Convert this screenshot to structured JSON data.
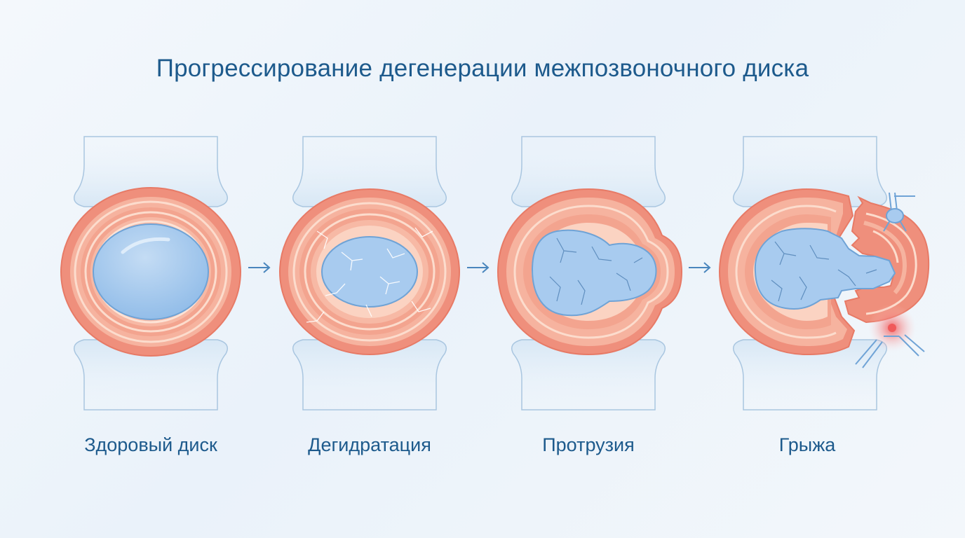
{
  "title": "Прогрессирование дегенерации межпозвоночного диска",
  "stages": [
    {
      "label": "Здоровый диск",
      "icon": "healthy-disc-icon"
    },
    {
      "label": "Дегидратация",
      "icon": "dehydrated-disc-icon"
    },
    {
      "label": "Протрузия",
      "icon": "protrusion-disc-icon"
    },
    {
      "label": "Грыжа",
      "icon": "herniation-disc-icon"
    }
  ],
  "colors": {
    "title": "#1d5a8c",
    "annulus": "#ef8f7c",
    "annulus_light": "#fbd3c2",
    "nucleus": "#9cc4ec",
    "vertebra": "#dceaf6",
    "inflammation": "#f05a5a"
  }
}
